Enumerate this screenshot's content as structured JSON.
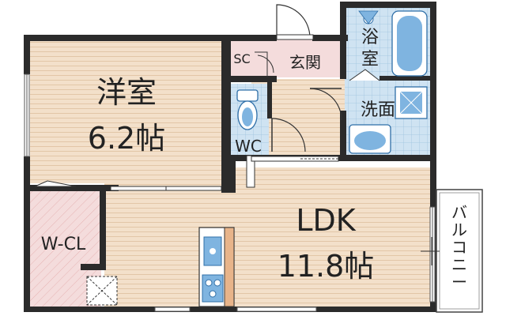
{
  "rooms": {
    "western": {
      "name": "洋室",
      "size": "6.2帖"
    },
    "ldk": {
      "name": "LDK",
      "size": "11.8帖"
    },
    "walk_in_closet": {
      "name": "W-CL"
    },
    "bath": {
      "name": "浴室"
    },
    "washroom": {
      "name": "洗面"
    },
    "toilet": {
      "name": "WC"
    },
    "entrance": {
      "name": "玄関"
    },
    "shoe_closet": {
      "name": "SC"
    },
    "balcony": {
      "name": "バルコニー"
    }
  },
  "colors": {
    "wall": "#2b2b2b",
    "wood_floor": "#f3e0ca",
    "wood_line": "#e2c6a7",
    "tile_floor": "#cfe3f2",
    "tile_line": "#9ec3df",
    "closet_pink": "#f4dcdc",
    "closet_hatch": "#e6b4b4",
    "fixture_blue": "#7fb4e0"
  }
}
